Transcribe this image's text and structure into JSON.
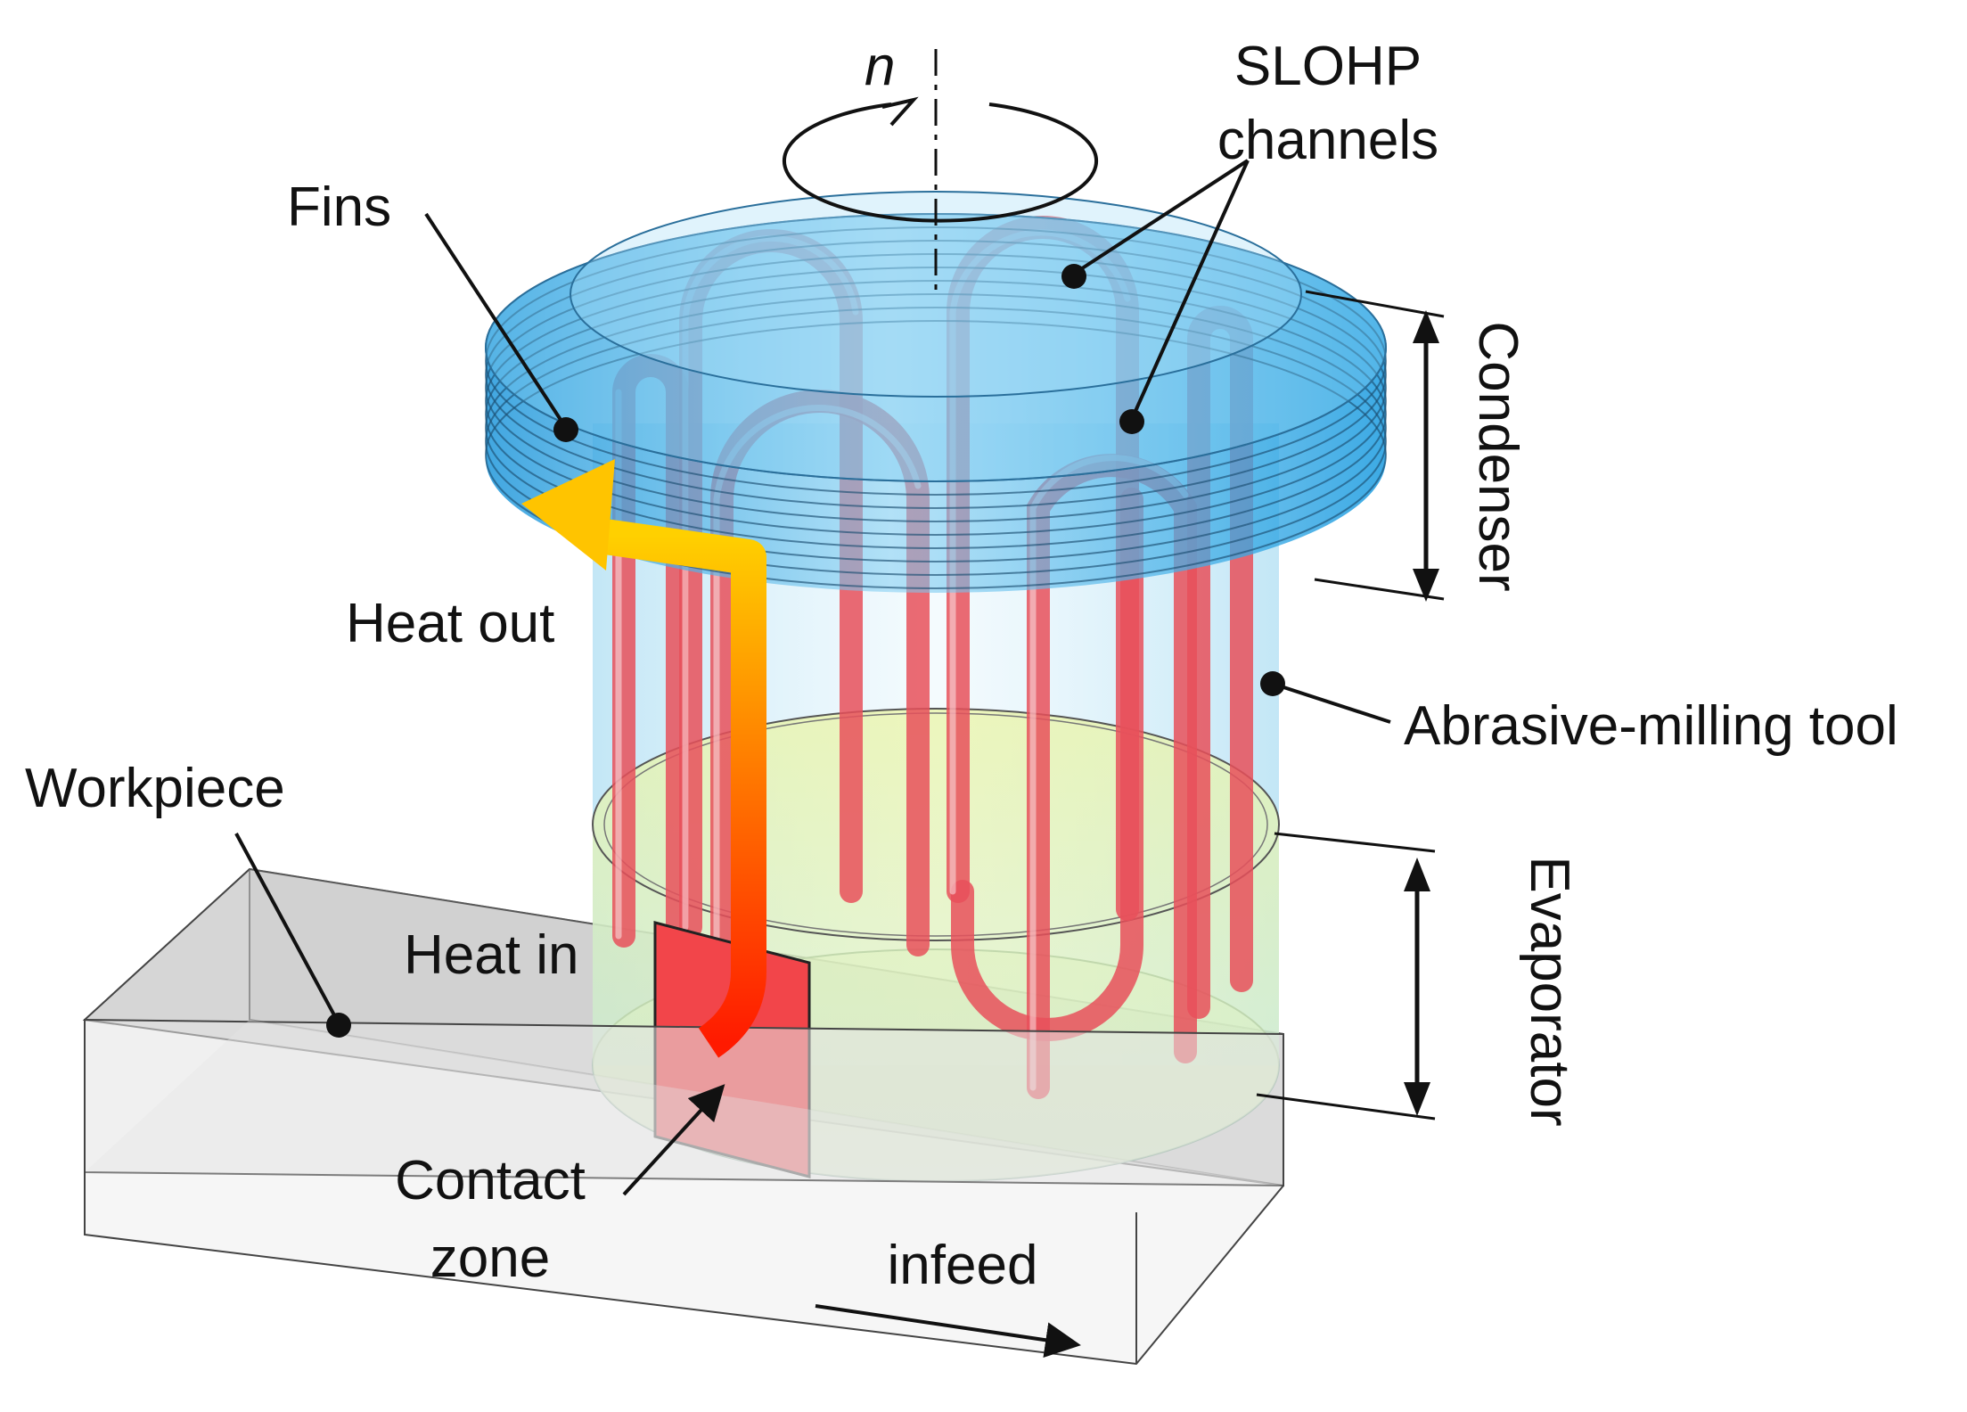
{
  "labels": {
    "rotation": "n",
    "slohp_line1": "SLOHP",
    "slohp_line2": "channels",
    "fins": "Fins",
    "condenser": "Condenser",
    "heat_out": "Heat out",
    "abrasive_tool": "Abrasive-milling tool",
    "workpiece": "Workpiece",
    "heat_in": "Heat in",
    "evaporator": "Evaporator",
    "contact_line1": "Contact",
    "contact_line2": "zone",
    "infeed": "infeed"
  },
  "colors": {
    "fins": "#29a9e6",
    "tool_body": "#bfe6f5",
    "evaporator": "#e6f2a2",
    "channels": "#e8505b",
    "contact_zone": "#f2454a",
    "workpiece": "#d7d7d7",
    "arrow_start": "#ff1a00",
    "arrow_end": "#ffd000"
  }
}
